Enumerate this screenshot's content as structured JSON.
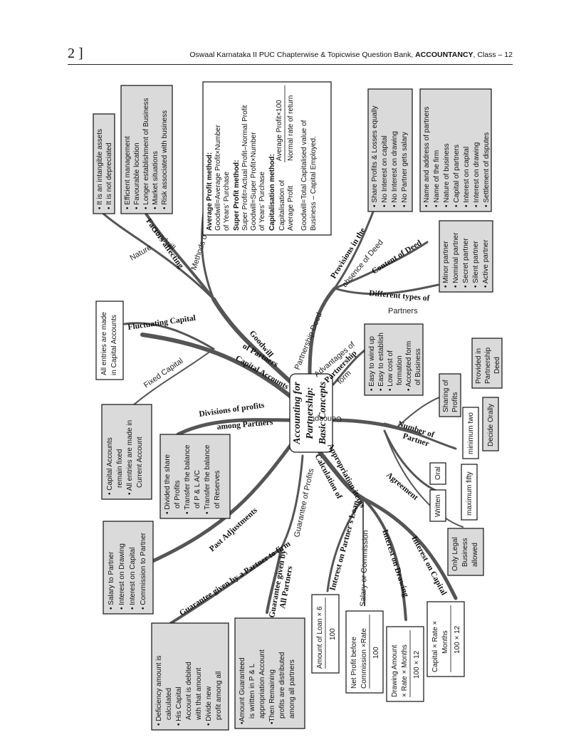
{
  "header": {
    "page_number": "2 ]",
    "title_prefix": "Oswaal Karnataka II PUC Chapterwise & Topicwise Question Bank, ",
    "title_subject": "ACCOUNTANCY",
    "title_suffix": ", Class – 12"
  },
  "center": {
    "line1": "Accounting for",
    "line2": "Partnership:",
    "line3": "Basic Concepts"
  },
  "labels": {
    "goodwill": "Goodwill",
    "nature": "Nature",
    "factors": "Factors affecting",
    "goodwill_sub": "Goodwill",
    "methods": "Methods of Valuation of Goodwill",
    "capital_accounts": "Capital Accounts",
    "of_partners": "of Partners",
    "fluctuating": "Fluctuating Capital",
    "fixed": "Fixed Capital",
    "divisions": "Divisions of profits",
    "among_partners": "among Partners",
    "past_adjustments": "Past Adjustments",
    "guarantee_profits": "Guarantee of Profits",
    "guarantee_firm": "Guarantee given by a Partner to firm",
    "guarantee_all": "Guarantee given by",
    "all_partners": "All Partners",
    "appropriation": "Appropriation items",
    "calculation": "Calculation of",
    "interest_loan": "Interest on Partner's Loan",
    "salary_commission": "Salary or Commission",
    "interest_drawing": "Interest on Drawing",
    "interest_capital": "Interest on Capital",
    "concept": "Concept",
    "number_of": "Number of",
    "partner": "Partner",
    "agreement": "Agreement",
    "deed": "Partnership Deed",
    "provisions": "Provisions in the",
    "absence": "absence of Deed",
    "content": "Content of Deed",
    "types": "Different types of",
    "partners_word": "Partners",
    "advantages": "Advantages of",
    "partnership": "Partnership",
    "form": "form"
  },
  "boxes": {
    "nature": [
      "• It is an intangible assets",
      "• It is not depreciated"
    ],
    "factors": [
      "• Efficient management",
      "• Favourable location",
      "• Longer establishment of Business",
      "• Market situations",
      "• Risk associated with business"
    ],
    "methods": [
      "Average Profit method:",
      "Goodwill=Average Profit×Number",
      "of Years' Purchase",
      "Super Profit method:",
      "Super Profit=Actual Profit–Normal Profit",
      "Goodwill=Super Profit×Number",
      "of Years' Purchase",
      "Capitalisation method:",
      "Capitalisation of",
      "Average Profit",
      "Average Profit×100",
      "Normal rate of return",
      "Goodwill=Total Capitalised value of",
      "Business – Capital Employed."
    ],
    "provisions": [
      "• Share Profits & Losses equally",
      "• No Interest on capital",
      "• No Interest on drawing",
      "• No Partner gets salary"
    ],
    "content": [
      "• Name and address of partners",
      "• Name of the firm",
      "• Nature of business",
      "• Capital of partners",
      "• Interest on capital",
      "• Interest on drawing",
      "• Settlement of disputes"
    ],
    "types": [
      "• Minor partner",
      "• Nominal partner",
      "• Secret partner",
      "• Silent partner",
      "• Active partner"
    ],
    "fluctuating": [
      "All entries are made",
      "in Capital Accounts"
    ],
    "fixed": [
      "• Capital Accounts",
      "remain fixed",
      "• All entries are made in",
      "Current Account"
    ],
    "divisions": [
      "• Divided the share",
      "of Profits",
      "• Transfer the balance",
      "of P & L A/C",
      "• Transfer the balance",
      "of Reserves"
    ],
    "advantages": [
      "• Easy to wind up",
      "• Easy to establish",
      "• Low cost of",
      "formation",
      "• Accepted form",
      "of Business"
    ],
    "sharing": [
      "Sharing of",
      "Profits"
    ],
    "provided": [
      "Provided in",
      "Partnership",
      "Deed"
    ],
    "decide": [
      "Decide Orally"
    ],
    "min_two": [
      "minimum two"
    ],
    "oral": [
      "Oral"
    ],
    "written": [
      "Written"
    ],
    "max_fifty": [
      "maximum fifty"
    ],
    "legal": [
      "Only Legal",
      "Business",
      "allowed"
    ],
    "past": [
      "• Salary to Partner",
      "• Interest on Drawing",
      "• Interest on Capital",
      "• Commission to Partner"
    ],
    "firm": [
      "• Deficiency amount is",
      "calculated",
      "• His Capital",
      "Account is debited",
      "with that amount",
      "• Divide new",
      "profit among all"
    ],
    "all": [
      "•Amount Guaranteed",
      "is written in P & L",
      "appropriation Account",
      "•Then Remaining",
      "profits are distributed",
      "among all partners"
    ],
    "loan": [
      "Amount of Loan × 6",
      "100"
    ],
    "commission": [
      "Net Profit before",
      "Commission ×Rate",
      "100"
    ],
    "drawing": [
      "Drawing Amount",
      "× Rate × Months",
      "100 × 12"
    ],
    "capital": [
      "Capital × Rate ×",
      "Months",
      "100 × 12"
    ]
  }
}
